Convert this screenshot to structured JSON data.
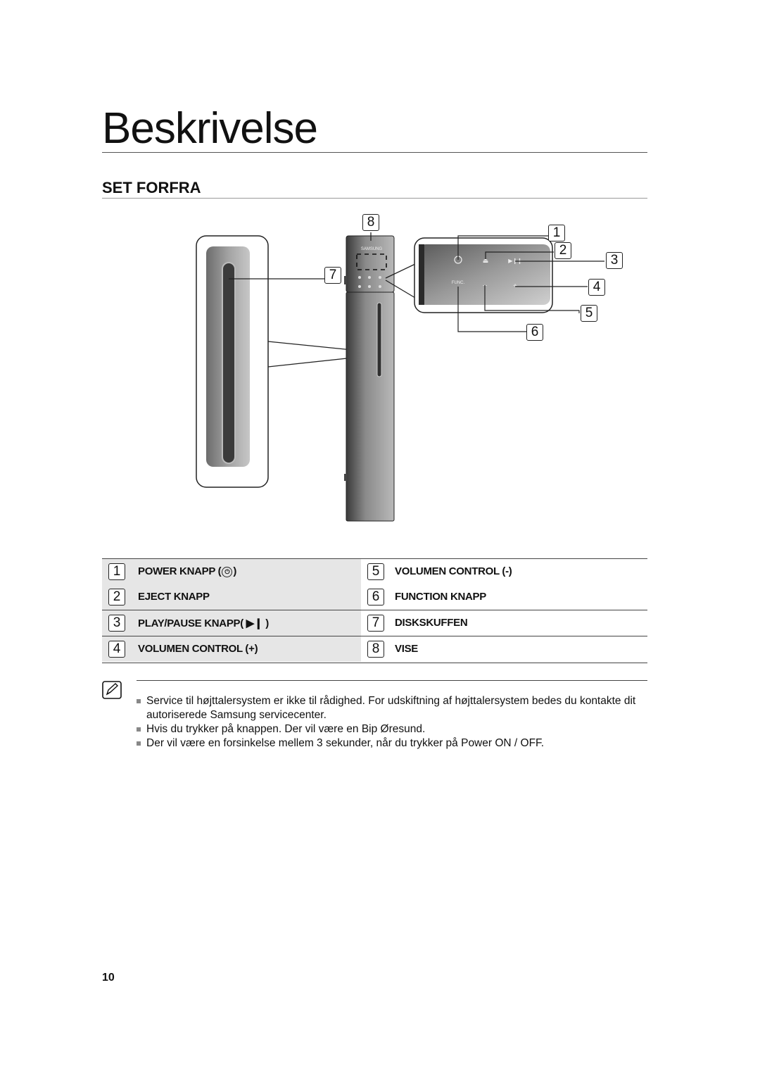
{
  "page": {
    "title": "Beskrivelse",
    "section": "SET FORFRA",
    "page_number": "10"
  },
  "diagram": {
    "brand": "SAMSUNG",
    "func_label": "FUNC.",
    "callouts": [
      "1",
      "2",
      "3",
      "4",
      "5",
      "6",
      "7",
      "8"
    ]
  },
  "legend": {
    "rows": [
      {
        "left_num": "1",
        "left_label": "POWER KNAPP (",
        "left_label_tail": ")",
        "right_num": "5",
        "right_label": "VOLUMEN CONTROL (-)"
      },
      {
        "left_num": "2",
        "left_label": "EJECT KNAPP",
        "left_label_tail": "",
        "right_num": "6",
        "right_label": "FUNCTION KNAPP"
      },
      {
        "left_num": "3",
        "left_label": "PLAY/PAUSE KNAPP(",
        "left_label_tail": ")",
        "right_num": "7",
        "right_label": "DISKSKUFFEN"
      },
      {
        "left_num": "4",
        "left_label": "VOLUMEN CONTROL (+)",
        "left_label_tail": "",
        "right_num": "8",
        "right_label": "VISE"
      }
    ],
    "icons": {
      "power": "power-icon",
      "play_pause": "play-pause-icon"
    }
  },
  "notes": {
    "icon": "note-pencil-icon",
    "items": [
      "Service til højttalersystem er ikke til rådighed. For udskiftning af højttalersystem bedes du kontakte dit autoriserede Samsung servicecenter.",
      "Hvis du trykker på knappen. Der vil være en Bip Øresund.",
      "Der vil være en forsinkelse mellem 3 sekunder, når du trykker på Power ON / OFF."
    ]
  }
}
